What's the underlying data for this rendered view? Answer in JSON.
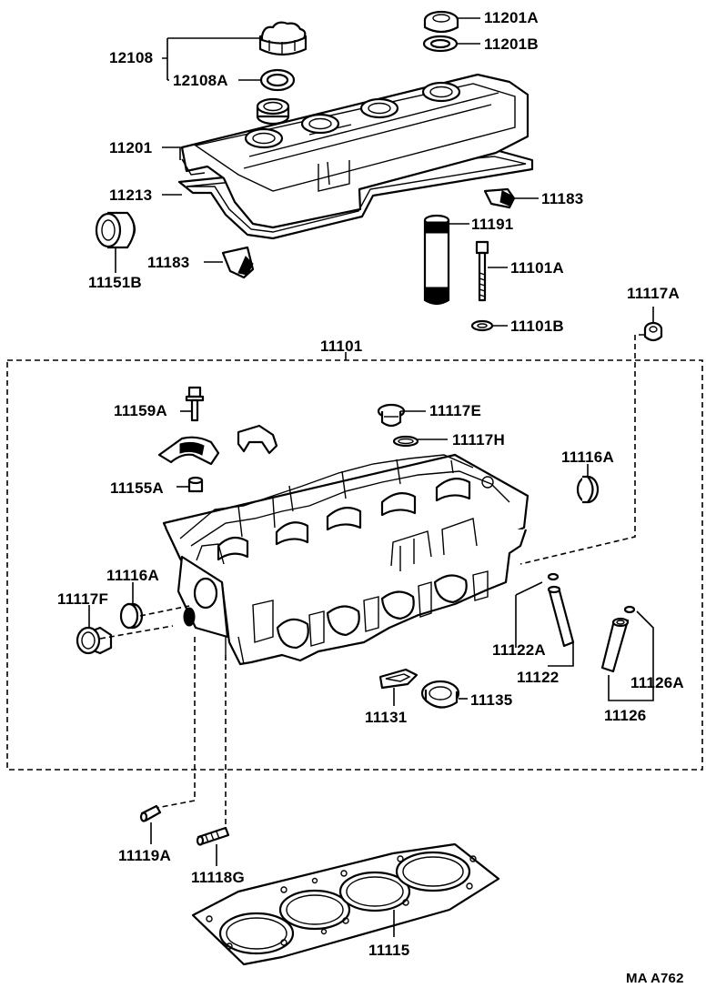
{
  "diagram": {
    "sheet_code": "MA  A762",
    "labels": {
      "p11201A": "11201A",
      "p11201B": "11201B",
      "p12108": "12108",
      "p12108A": "12108A",
      "p11201": "11201",
      "p11213": "11213",
      "p11183_right": "11183",
      "p11151B": "11151B",
      "p11191": "11191",
      "p11183_left": "11183",
      "p11101A": "11101A",
      "p11117A": "11117A",
      "p11101B": "11101B",
      "p11101": "11101",
      "p11159A": "11159A",
      "p11117E": "11117E",
      "p11117H": "11117H",
      "p11116A_right": "11116A",
      "p11155A": "11155A",
      "p11116A_left": "11116A",
      "p11117F": "11117F",
      "p11122A": "11122A",
      "p11122": "11122",
      "p11126A": "11126A",
      "p11126": "11126",
      "p11131": "11131",
      "p11135": "11135",
      "p11119A": "11119A",
      "p11118G": "11118G",
      "p11115": "11115"
    }
  }
}
